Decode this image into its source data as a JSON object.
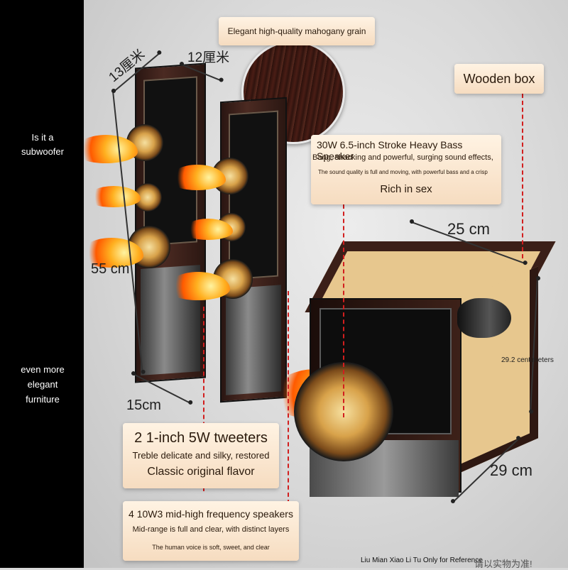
{
  "left_labels": {
    "is_sub": [
      "Is it a",
      "subwoofer"
    ],
    "furniture": [
      "even more",
      "elegant",
      "furniture"
    ]
  },
  "callouts": {
    "mahogany": "Elegant high-quality mahogany grain",
    "wooden_box": "Wooden box",
    "bass": {
      "title": "30W 6.5-inch Stroke Heavy Bass Speaker",
      "line1": "Bang, shocking and powerful, surging sound effects,",
      "line2": "The sound quality is full and moving, with powerful bass and a crisp",
      "line3": "Rich in sex"
    },
    "tweeters": {
      "title": "2 1-inch 5W tweeters",
      "line1": "Treble delicate and silky, restored",
      "line2": "Classic original flavor"
    },
    "midrange": {
      "title": "4 10W3 mid-high frequency speakers",
      "line1": "Mid-range is full and clear, with distinct layers",
      "line2": "The human voice is soft, sweet, and clear"
    }
  },
  "dimensions": {
    "tower_depth": "13厘米",
    "tower_width": "12厘米",
    "tower_height": "55 cm",
    "tower_base": "15cm",
    "sub_width": "25 cm",
    "sub_height": "29.2 centimeters",
    "sub_depth": "29 cm"
  },
  "footer": {
    "disclaimer": "Liu Mian Xiao Li Tu Only for Reference",
    "cn_note": "请以实物为准!"
  },
  "colors": {
    "accent_dash": "#d21e1e",
    "callout_bg": "#f6dcc0",
    "wood": "#3b1f18"
  }
}
